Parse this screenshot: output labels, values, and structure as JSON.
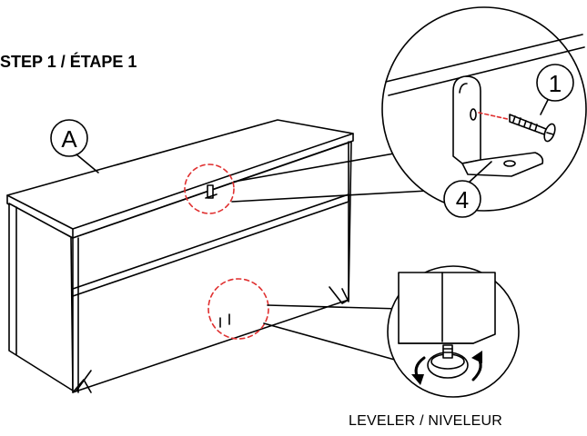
{
  "title": "STEP 1 / ÉTAPE 1",
  "caption": "LEVELER / NIVELEUR",
  "callouts": {
    "cabinet": "A",
    "screw": "1",
    "bracket": "4"
  },
  "colors": {
    "line": "#000000",
    "highlight": "#e03030"
  }
}
